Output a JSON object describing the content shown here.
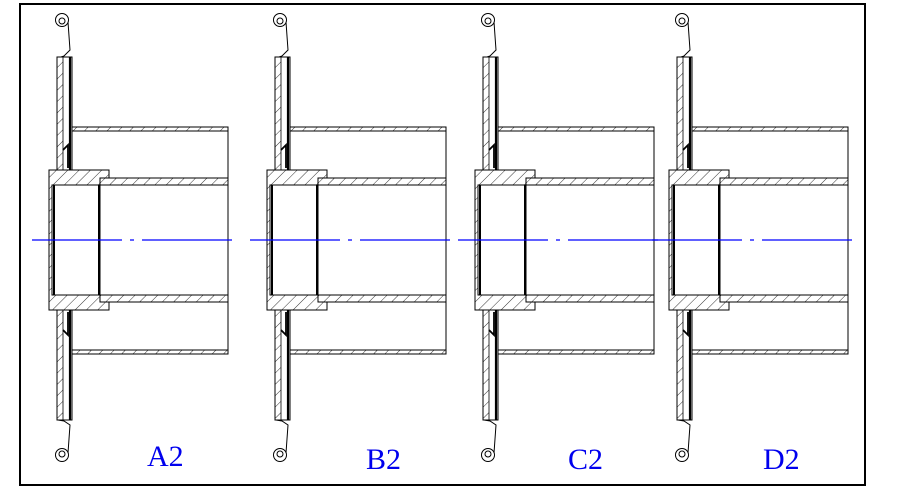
{
  "drawing": {
    "labels": [
      "A2",
      "B2",
      "C2",
      "D2"
    ],
    "centerline_color": "#0000ff",
    "label_color": "#0000ee",
    "line_color": "#000000"
  }
}
